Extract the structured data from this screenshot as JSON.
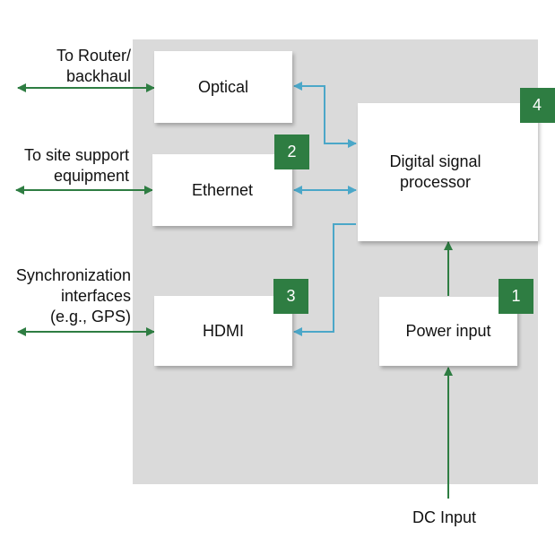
{
  "colors": {
    "green": "#2e7d42",
    "blue": "#4ba7c8",
    "panel": "#dadada"
  },
  "external_labels": {
    "router": "To Router/\nbackhaul",
    "site_support": "To site support\nequipment",
    "sync": "Synchronization\ninterfaces\n(e.g., GPS)",
    "dc_input": "DC Input"
  },
  "blocks": {
    "optical": {
      "label": "Optical"
    },
    "ethernet": {
      "label": "Ethernet",
      "badge": "2"
    },
    "hdmi": {
      "label": "HDMI",
      "badge": "3"
    },
    "dsp": {
      "label": "Digital signal\nprocessor",
      "badge": "4"
    },
    "power": {
      "label": "Power input",
      "badge": "1"
    }
  }
}
